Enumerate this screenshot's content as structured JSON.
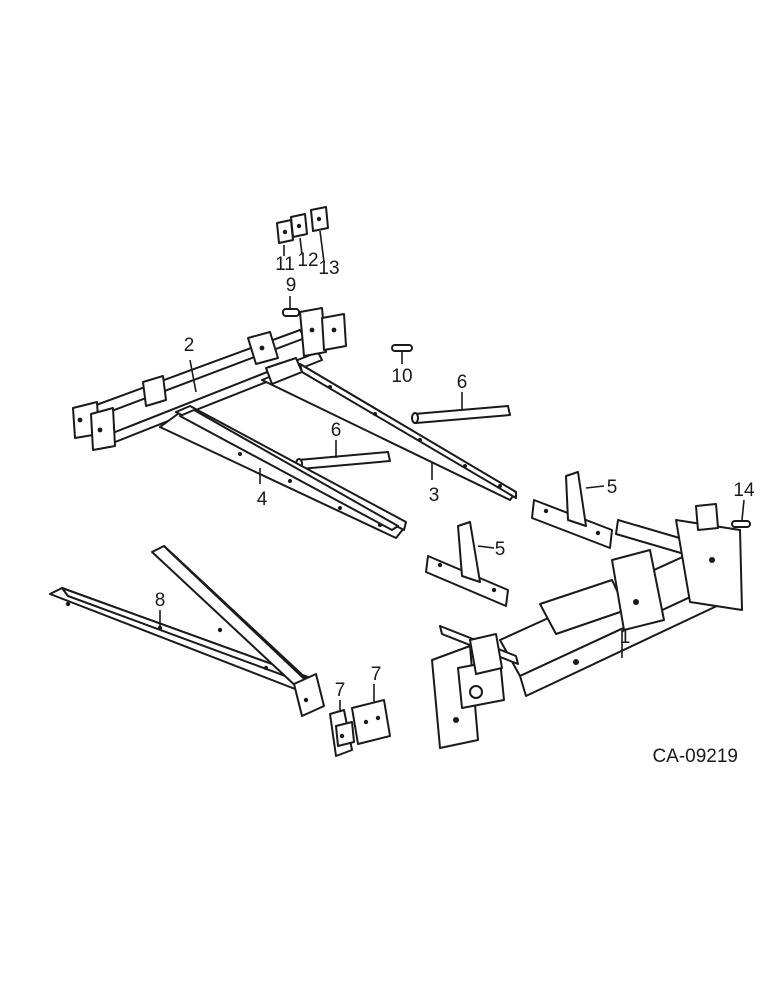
{
  "diagram": {
    "reference_code": "CA-09219",
    "callouts": [
      {
        "id": "c1",
        "label": "1"
      },
      {
        "id": "c2",
        "label": "2"
      },
      {
        "id": "c3",
        "label": "3"
      },
      {
        "id": "c4",
        "label": "4"
      },
      {
        "id": "c5a",
        "label": "5"
      },
      {
        "id": "c5b",
        "label": "5"
      },
      {
        "id": "c6a",
        "label": "6"
      },
      {
        "id": "c6b",
        "label": "6"
      },
      {
        "id": "c7a",
        "label": "7"
      },
      {
        "id": "c7b",
        "label": "7"
      },
      {
        "id": "c8",
        "label": "8"
      },
      {
        "id": "c9",
        "label": "9"
      },
      {
        "id": "c10",
        "label": "10"
      },
      {
        "id": "c11",
        "label": "11"
      },
      {
        "id": "c12",
        "label": "12"
      },
      {
        "id": "c13",
        "label": "13"
      },
      {
        "id": "c14",
        "label": "14"
      }
    ]
  }
}
